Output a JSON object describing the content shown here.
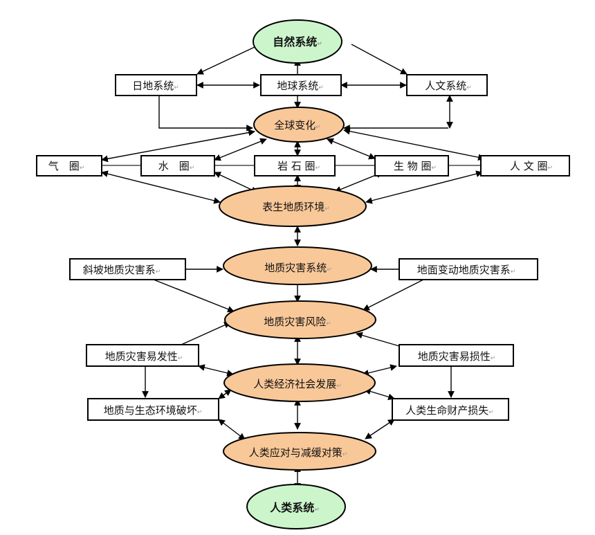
{
  "diagram": {
    "type": "flowchart",
    "colors": {
      "system_fill": "#ccf5cc",
      "process_fill": "#f9c898",
      "box_fill": "#ffffff",
      "stroke": "#000000",
      "connector_gray": "#777777"
    },
    "paragraph_mark": "↵",
    "nodes": {
      "natural_system": "自然系统",
      "sun_earth_system": "日地系统",
      "earth_system": "地球系统",
      "human_culture_system": "人文系统",
      "global_change": "全球变化",
      "atmosphere": "气　圈",
      "hydrosphere": "水　圈",
      "lithosphere": "岩 石 圈",
      "biosphere": "生 物 圈",
      "anthroposphere": "人 文 圈",
      "surface_geo_env": "表生地质环境",
      "slope_geohazard": "斜坡地质灾害系",
      "geohazard_system": "地质灾害系统",
      "ground_deform_geohazard": "地面变动地质灾害系",
      "geohazard_risk": "地质灾害风险",
      "hazard_susceptibility": "地质灾害易发性",
      "hazard_vulnerability": "地质灾害易损性",
      "socio_economic_dev": "人类经济社会发展",
      "geo_eco_damage": "地质与生态环境破坏",
      "life_property_loss": "人类生命财产损失",
      "human_response": "人类应对与减缓对策",
      "human_system": "人类系统"
    },
    "edges": [
      {
        "from": "natural_system",
        "to": "sun_earth_system",
        "dir": "forward"
      },
      {
        "from": "natural_system",
        "to": "human_culture_system",
        "dir": "forward"
      },
      {
        "from": "earth_system",
        "to": "natural_system",
        "dir": "forward"
      },
      {
        "from": "sun_earth_system",
        "to": "earth_system",
        "dir": "both"
      },
      {
        "from": "earth_system",
        "to": "human_culture_system",
        "dir": "both"
      },
      {
        "from": "earth_system",
        "to": "global_change",
        "dir": "forward"
      },
      {
        "from": "sun_earth_system",
        "to": "global_change",
        "dir": "forward"
      },
      {
        "from": "human_culture_system",
        "to": "global_change",
        "dir": "both"
      },
      {
        "from": "global_change",
        "to": "atmosphere",
        "dir": "both"
      },
      {
        "from": "global_change",
        "to": "hydrosphere",
        "dir": "both"
      },
      {
        "from": "global_change",
        "to": "lithosphere",
        "dir": "both"
      },
      {
        "from": "global_change",
        "to": "biosphere",
        "dir": "both"
      },
      {
        "from": "global_change",
        "to": "anthroposphere",
        "dir": "both"
      },
      {
        "from": "atmosphere",
        "to": "surface_geo_env",
        "dir": "both"
      },
      {
        "from": "hydrosphere",
        "to": "surface_geo_env",
        "dir": "both"
      },
      {
        "from": "lithosphere",
        "to": "surface_geo_env",
        "dir": "both"
      },
      {
        "from": "biosphere",
        "to": "surface_geo_env",
        "dir": "both"
      },
      {
        "from": "anthroposphere",
        "to": "surface_geo_env",
        "dir": "both"
      },
      {
        "from": "surface_geo_env",
        "to": "geohazard_system",
        "dir": "both"
      },
      {
        "from": "slope_geohazard",
        "to": "geohazard_system",
        "dir": "forward"
      },
      {
        "from": "ground_deform_geohazard",
        "to": "geohazard_system",
        "dir": "forward"
      },
      {
        "from": "geohazard_system",
        "to": "geohazard_risk",
        "dir": "forward"
      },
      {
        "from": "slope_geohazard",
        "to": "geohazard_risk",
        "dir": "forward"
      },
      {
        "from": "ground_deform_geohazard",
        "to": "geohazard_risk",
        "dir": "forward"
      },
      {
        "from": "hazard_susceptibility",
        "to": "geohazard_risk",
        "dir": "forward"
      },
      {
        "from": "hazard_vulnerability",
        "to": "geohazard_risk",
        "dir": "forward"
      },
      {
        "from": "geohazard_risk",
        "to": "socio_economic_dev",
        "dir": "both"
      },
      {
        "from": "hazard_susceptibility",
        "to": "socio_economic_dev",
        "dir": "both"
      },
      {
        "from": "hazard_vulnerability",
        "to": "socio_economic_dev",
        "dir": "both"
      },
      {
        "from": "hazard_susceptibility",
        "to": "geo_eco_damage",
        "dir": "forward"
      },
      {
        "from": "hazard_vulnerability",
        "to": "life_property_loss",
        "dir": "forward"
      },
      {
        "from": "socio_economic_dev",
        "to": "geo_eco_damage",
        "dir": "both"
      },
      {
        "from": "socio_economic_dev",
        "to": "life_property_loss",
        "dir": "both"
      },
      {
        "from": "socio_economic_dev",
        "to": "human_response",
        "dir": "both"
      },
      {
        "from": "geo_eco_damage",
        "to": "human_response",
        "dir": "both"
      },
      {
        "from": "life_property_loss",
        "to": "human_response",
        "dir": "both"
      },
      {
        "from": "human_response",
        "to": "human_system",
        "dir": "both"
      }
    ]
  }
}
